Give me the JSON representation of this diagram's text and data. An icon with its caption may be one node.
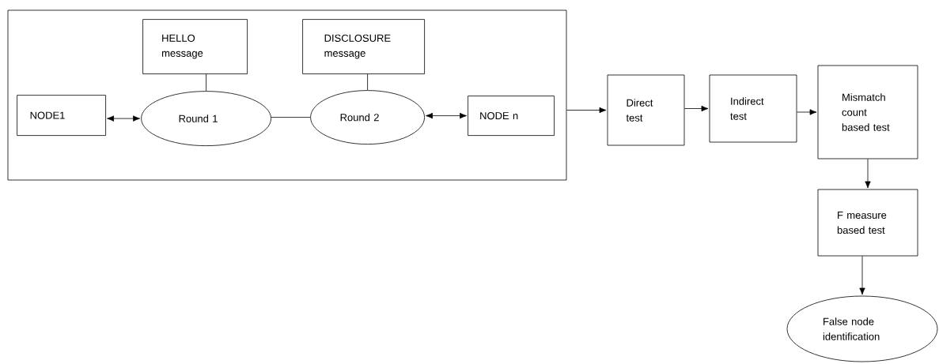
{
  "diagram": {
    "nodes": [
      {
        "text": [],
        "shape": "box"
      },
      {
        "text": [
          "HELLO message"
        ],
        "in": 0
      },
      {
        "text": [
          "DISCLOSURE message"
        ],
        "in": 0
      },
      {
        "text": [
          "NODE1"
        ],
        "in": 0
      },
      {
        "text": [
          "Round  1"
        ],
        "in": 0
      },
      {
        "text": [
          "Round 2"
        ],
        "in": 0
      },
      {
        "text": [
          "NODE n"
        ],
        "in": 0
      },
      {
        "text": [
          "Direct test"
        ]
      },
      {
        "text": [
          "Indirect test"
        ]
      },
      {
        "text": [
          "Mismatch count based test"
        ]
      },
      {
        "text": [
          "F measure based test"
        ]
      },
      {
        "text": [
          "False node identification"
        ]
      }
    ],
    "edges": [
      {
        "from": 3,
        "to": 4,
        "arrow": "both"
      },
      {
        "from": 1,
        "to": 4,
        "arrow": "none"
      },
      {
        "from": 4,
        "to": 5,
        "arrow": "none"
      },
      {
        "from": 2,
        "to": 5,
        "arrow": "none"
      },
      {
        "from": 5,
        "to": 6,
        "arrow": "both"
      },
      {
        "from": 0,
        "to": 7,
        "arrow": "to"
      },
      {
        "from": 7,
        "to": 8,
        "arrow": "to"
      },
      {
        "from": 8,
        "to": 9,
        "arrow": "to"
      },
      {
        "from": 9,
        "to": 10,
        "arrow": "to"
      },
      {
        "from": 10,
        "to": 11,
        "arrow": "to"
      }
    ]
  }
}
